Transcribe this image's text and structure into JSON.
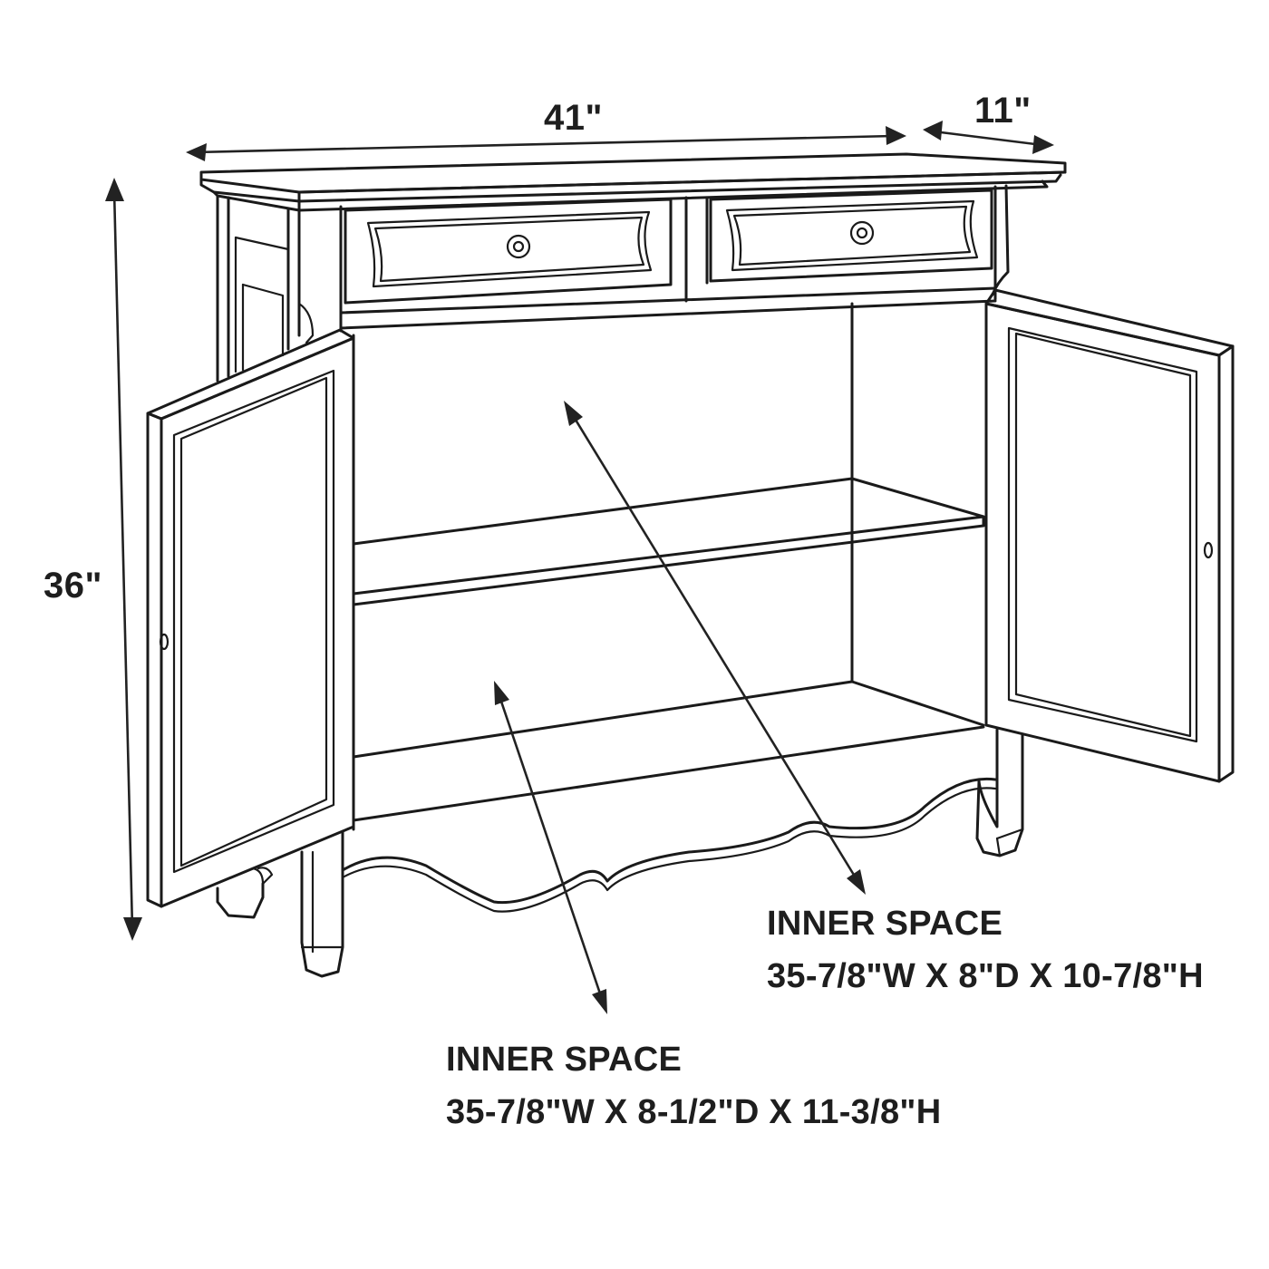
{
  "diagram": {
    "subject": "Two-drawer two-door console cabinet",
    "colors": {
      "line": "#1a1a1a",
      "text": "#1e1e1e",
      "background": "#ffffff"
    }
  },
  "dimensions": {
    "width": "41\"",
    "depth": "11\"",
    "height": "36\""
  },
  "inner_spaces": [
    {
      "title": "INNER SPACE",
      "size": "35-7/8\"W X 8\"D X 10-7/8\"H",
      "compartment": "upper"
    },
    {
      "title": "INNER SPACE",
      "size": "35-7/8\"W X 8-1/2\"D X 11-3/8\"H",
      "compartment": "lower"
    }
  ]
}
